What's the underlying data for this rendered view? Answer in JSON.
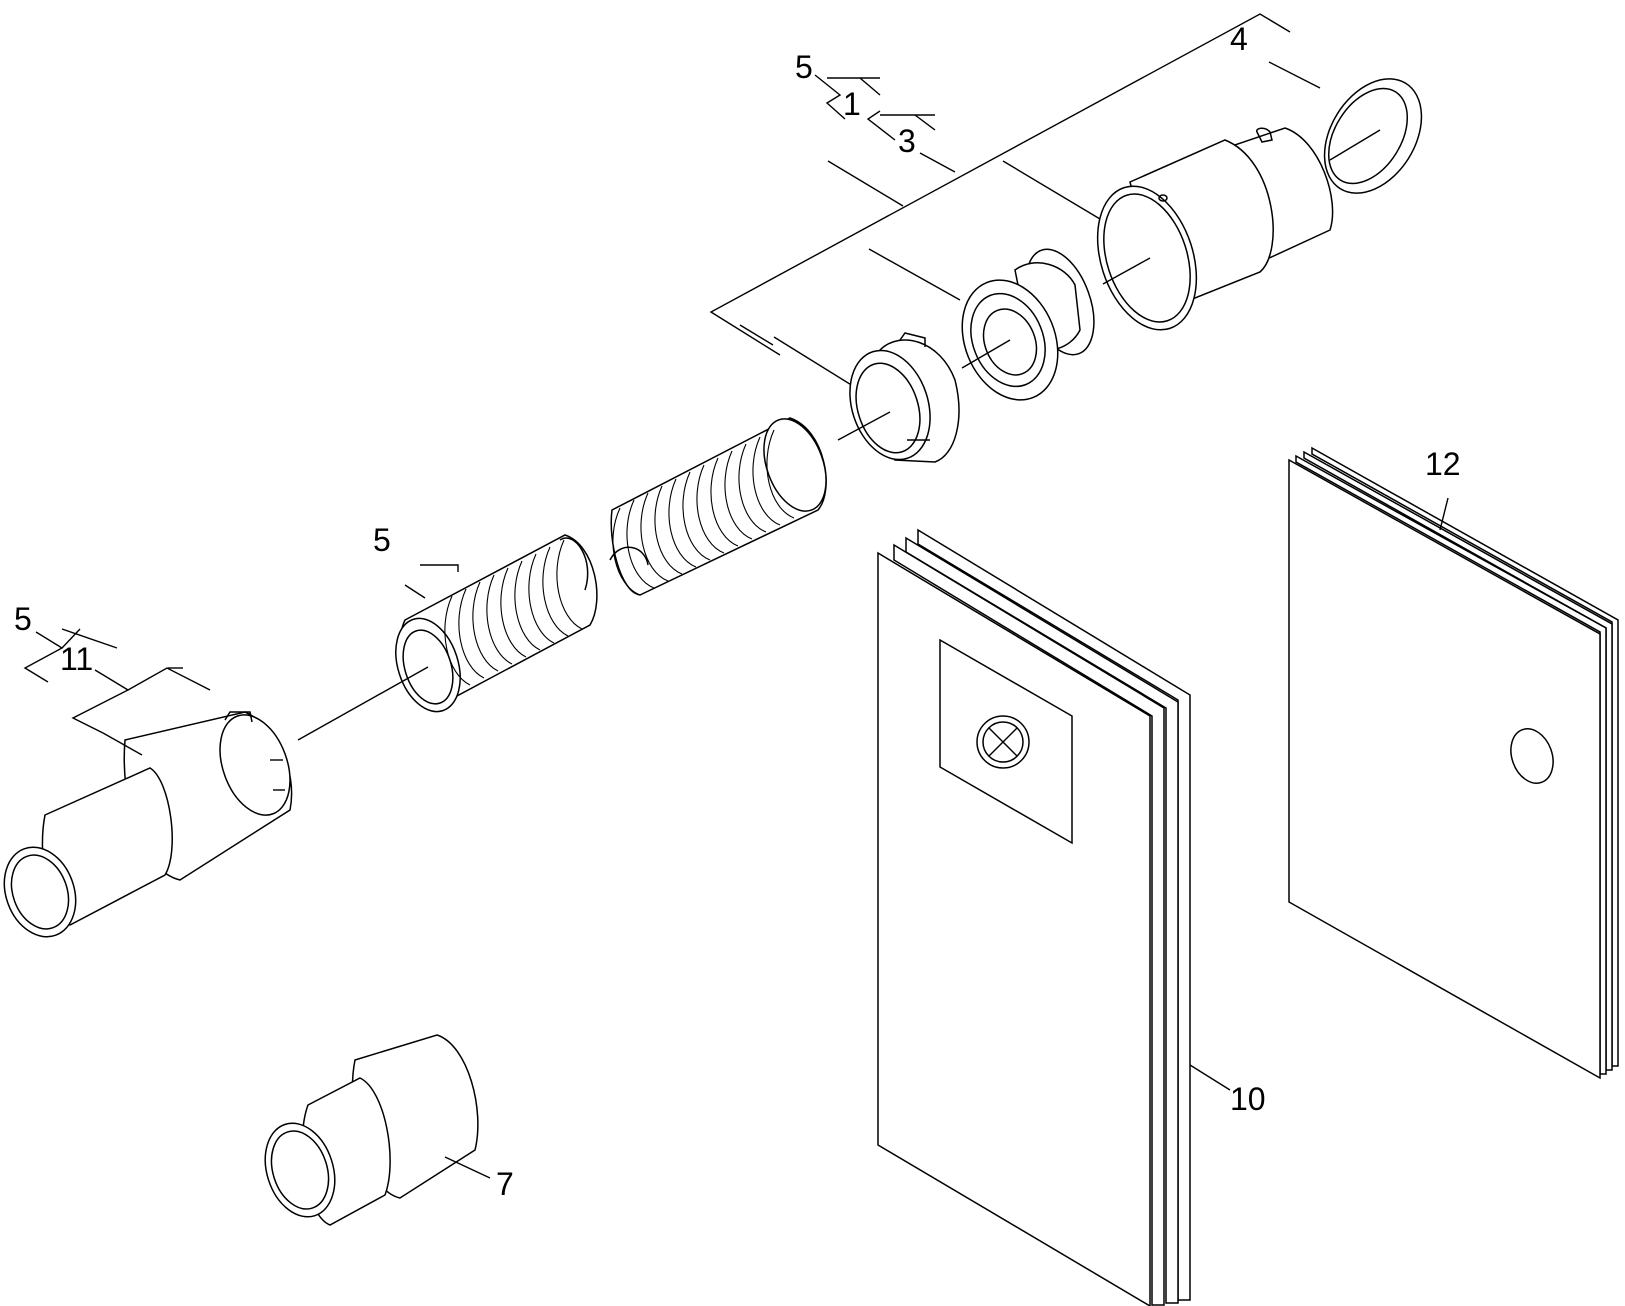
{
  "labels": {
    "top_group_5": "5",
    "top_group_1": "1",
    "top_group_3": "3",
    "ring_4": "4",
    "hose_group_5": "5",
    "adapter_group_5": "5",
    "adapter_11": "11",
    "reducer_7": "7",
    "bags_10": "10",
    "sheets_12": "12"
  }
}
